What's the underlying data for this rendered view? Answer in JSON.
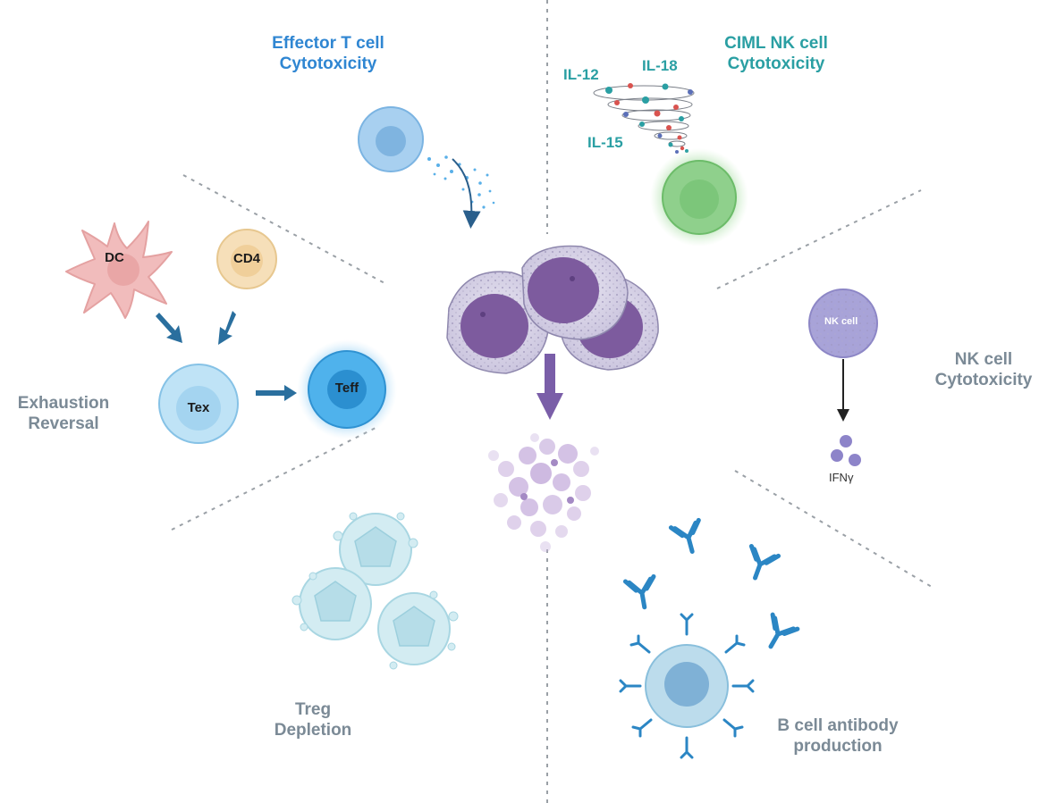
{
  "panels": {
    "effector_t": {
      "title_line1": "Effector T cell",
      "title_line2": "Cytotoxicity"
    },
    "ciml_nk": {
      "title_line1": "CIML NK cell",
      "title_line2": "Cytotoxicity",
      "cytokines": [
        "IL-12",
        "IL-18",
        "IL-15"
      ]
    },
    "nk_cell": {
      "title_line1": "NK cell",
      "title_line2": "Cytotoxicity",
      "cell_label": "NK cell",
      "product": "IFNγ"
    },
    "exhaustion": {
      "title_line1": "Exhaustion",
      "title_line2": "Reversal",
      "cells": {
        "dc": "DC",
        "cd4": "CD4",
        "tex": "Tex",
        "teff": "Teff"
      }
    },
    "treg": {
      "title_line1": "Treg",
      "title_line2": "Depletion"
    },
    "b_cell": {
      "title_line1": "B cell antibody",
      "title_line2": "production"
    }
  },
  "colors": {
    "effector_t_title": "#2f86d2",
    "ciml_nk_title": "#2a9fa3",
    "side_titles": "#7b8a96",
    "tumor_cell": "#7d5b9e",
    "nk_cell": "#a8a3d8",
    "ciml_cell": "#8fd08c",
    "antibody": "#2b86c4"
  }
}
